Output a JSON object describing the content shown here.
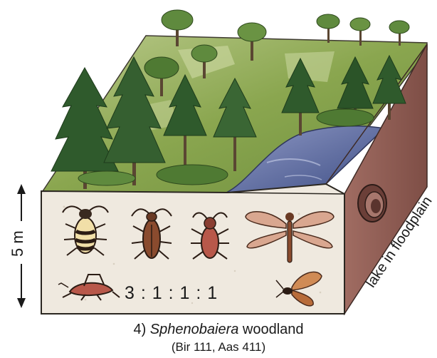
{
  "scale": {
    "label": "5 m"
  },
  "block": {
    "ratio_text": "3 : 1 : 1 : 1",
    "side_label": "lake in floodplain"
  },
  "caption": {
    "number": "4) ",
    "genus": "Sphenobaiera",
    "rest": " woodland",
    "references": "(Bir 111, Aas 411)"
  },
  "colors": {
    "soil_front": "#efe9df",
    "soil_side": "#8c5b52",
    "grass": "#8aa64f",
    "lake": "#5b6b9e",
    "insect": "#8a4b2e"
  },
  "icons": [
    "beetle-icon",
    "longhorn-beetle-icon",
    "weevil-icon",
    "dragonfly-icon",
    "cricket-icon",
    "moth-icon",
    "burrow-icon",
    "conifer-tree-icon",
    "deciduous-tree-icon"
  ]
}
